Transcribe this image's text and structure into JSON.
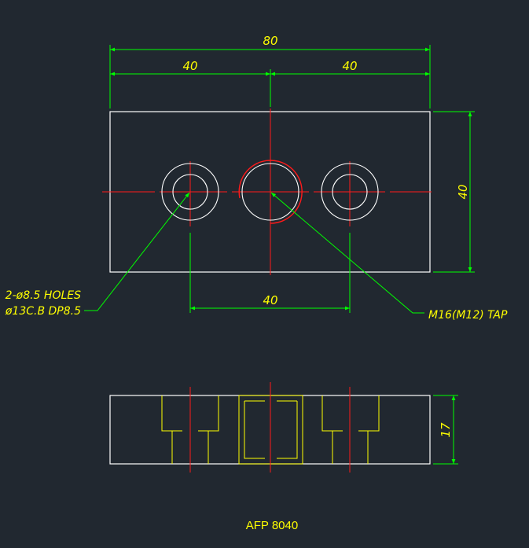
{
  "colors": {
    "background": "#212830",
    "outline": "#ffffff",
    "centerline": "#ff1a1a",
    "dimension": "#00ff00",
    "text": "#ffff00",
    "hidden": "#ffff00"
  },
  "dimensions": {
    "overall_width": "80",
    "left_spacing": "40",
    "right_spacing": "40",
    "height": "40",
    "hole_spacing": "40",
    "thickness": "17"
  },
  "notes": {
    "holes_line1": "2-ø8.5 HOLES",
    "holes_line2": "ø13C.B DP8.5",
    "tap": "M16(M12) TAP"
  },
  "title": "AFP 8040"
}
